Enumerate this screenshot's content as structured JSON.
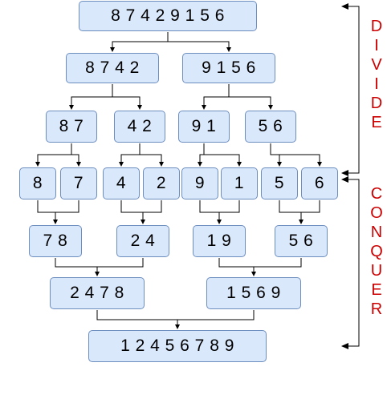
{
  "diagram": {
    "levels": [
      {
        "name": "input",
        "nodes": [
          "8 7 4 2 9 1 5 6"
        ]
      },
      {
        "name": "split-1",
        "nodes": [
          "8 7 4 2",
          "9 1 5 6"
        ]
      },
      {
        "name": "split-2",
        "nodes": [
          "8 7",
          "4 2",
          "9 1",
          "5 6"
        ]
      },
      {
        "name": "singles",
        "nodes": [
          "8",
          "7",
          "4",
          "2",
          "9",
          "1",
          "5",
          "6"
        ]
      },
      {
        "name": "merge-1",
        "nodes": [
          "7 8",
          "2 4",
          "1 9",
          "5 6"
        ]
      },
      {
        "name": "merge-2",
        "nodes": [
          "2 4 7 8",
          "1 5 6 9"
        ]
      },
      {
        "name": "output",
        "nodes": [
          "1 2 4 5 6 7 8 9"
        ]
      }
    ],
    "phases": {
      "divide": [
        "D",
        "I",
        "V",
        "I",
        "D",
        "E"
      ],
      "conquer": [
        "C",
        "O",
        "N",
        "Q",
        "U",
        "E",
        "R"
      ]
    },
    "colors": {
      "node_fill": "#dae8fc",
      "node_border": "#6c8ebf",
      "phase_text": "#cc0000",
      "connector": "#000000"
    }
  }
}
